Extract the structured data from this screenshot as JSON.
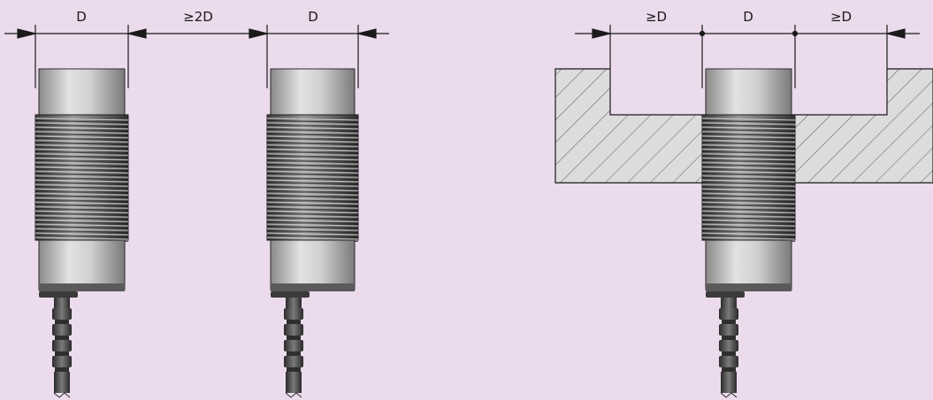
{
  "colors": {
    "background": "#ecdbec",
    "line": "#1a1a1a",
    "sensor_light": "#d4d4d4",
    "sensor_dark": "#6e6e6e",
    "thread_light": "#cfcfcf",
    "thread_dark": "#3a3a3a",
    "cable": "#3a3a3a",
    "mount_fill": "#dcdcdc"
  },
  "left_diagram": {
    "dim_labels": [
      "D",
      "≥2D",
      "D"
    ]
  },
  "right_diagram": {
    "dim_labels": [
      "≥D",
      "D",
      "≥D"
    ]
  }
}
